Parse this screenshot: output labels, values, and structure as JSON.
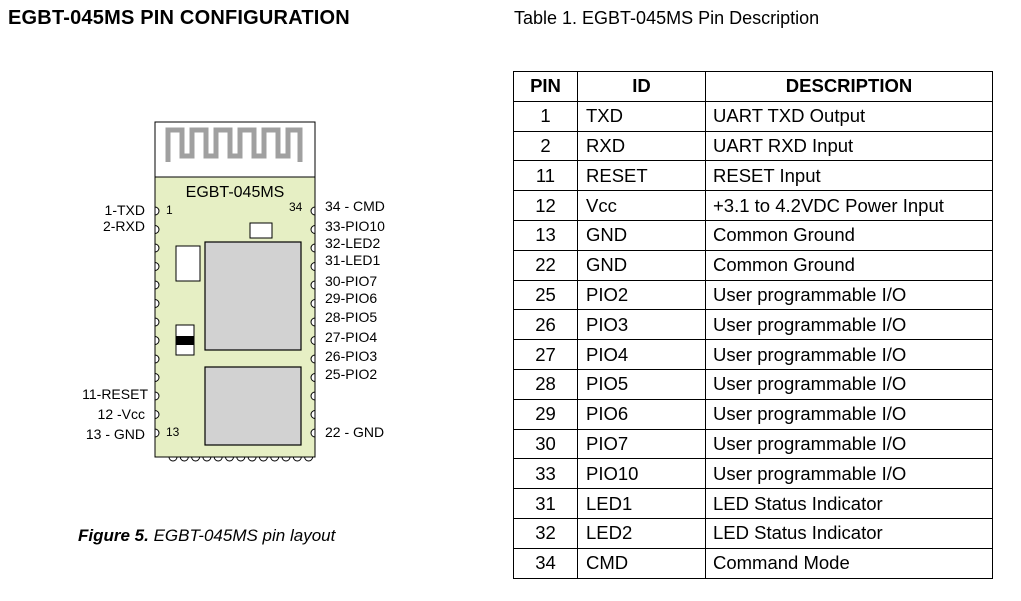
{
  "section_title": "EGBT-045MS PIN CONFIGURATION",
  "table_caption": "Table 1. EGBT-045MS Pin Description",
  "figure": {
    "caption_bold": "Figure 5.",
    "caption_text": " EGBT-045MS pin layout",
    "module_label": "EGBT-045MS",
    "pin_num_left_top": "1",
    "pin_num_left_bottom": "13",
    "pin_num_right_top": "34",
    "left_pins": [
      "1-TXD",
      "2-RXD",
      "11-RESET",
      "12 -Vcc",
      "13 - GND"
    ],
    "right_pins": [
      "34 - CMD",
      "33-PIO10",
      "32-LED2",
      "31-LED1",
      "30-PIO7",
      "29-PIO6",
      "28-PIO5",
      "27-PIO4",
      "26-PIO3",
      "25-PIO2",
      "22 - GND"
    ]
  },
  "table": {
    "headers": [
      "PIN",
      "ID",
      "DESCRIPTION"
    ],
    "rows": [
      [
        "1",
        "TXD",
        "UART TXD Output"
      ],
      [
        "2",
        "RXD",
        "UART RXD Input"
      ],
      [
        "11",
        "RESET",
        "RESET Input"
      ],
      [
        "12",
        "Vcc",
        "+3.1 to 4.2VDC Power Input"
      ],
      [
        "13",
        "GND",
        "Common Ground"
      ],
      [
        "22",
        "GND",
        "Common Ground"
      ],
      [
        "25",
        "PIO2",
        "User programmable I/O"
      ],
      [
        "26",
        "PIO3",
        "User programmable I/O"
      ],
      [
        "27",
        "PIO4",
        "User programmable I/O"
      ],
      [
        "28",
        "PIO5",
        "User programmable I/O"
      ],
      [
        "29",
        "PIO6",
        "User programmable I/O"
      ],
      [
        "30",
        "PIO7",
        "User programmable I/O"
      ],
      [
        "33",
        "PIO10",
        "User programmable I/O"
      ],
      [
        "31",
        "LED1",
        "LED Status Indicator"
      ],
      [
        "32",
        "LED2",
        "LED Status Indicator"
      ],
      [
        "34",
        "CMD",
        "Command Mode"
      ]
    ]
  },
  "colors": {
    "board": "#e6efc4",
    "chip": "#d2d2d2",
    "outline": "#000000"
  }
}
